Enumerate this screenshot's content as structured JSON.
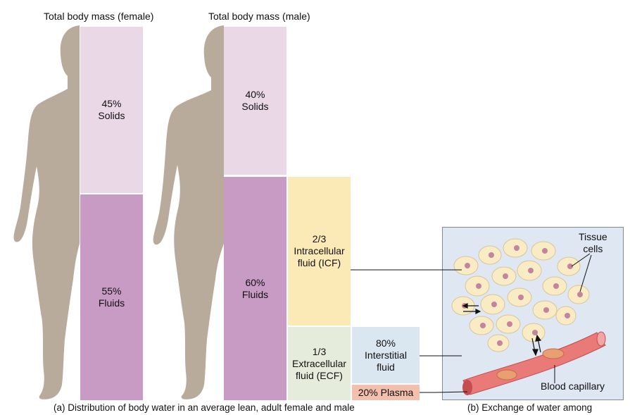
{
  "female": {
    "title": "Total body mass (female)",
    "solids": {
      "pct": "45%",
      "label": "Solids"
    },
    "fluids": {
      "pct": "55%",
      "label": "Fluids"
    }
  },
  "male": {
    "title": "Total body mass (male)",
    "solids": {
      "pct": "40%",
      "label": "Solids"
    },
    "fluids": {
      "pct": "60%",
      "label": "Fluids"
    }
  },
  "icf": {
    "fraction": "2/3",
    "line1": "Intracellular",
    "line2": "fluid (ICF)"
  },
  "ecf": {
    "fraction": "1/3",
    "line1": "Extracellular",
    "line2": "fluid (ECF)"
  },
  "interstitial": {
    "pct": "80%",
    "line1": "Interstitial",
    "line2": "fluid"
  },
  "plasma": {
    "label": "20% Plasma"
  },
  "inset": {
    "tissue_cells_line1": "Tissue",
    "tissue_cells_line2": "cells",
    "blood_capillary": "Blood capillary"
  },
  "captions": {
    "a": "(a) Distribution of body water in an average lean, adult female and male",
    "b": "(b) Exchange of water among"
  },
  "colors": {
    "silhouette": "#b9ab9c",
    "solids": "#ead8e7",
    "fluids": "#c89bc5",
    "icf": "#fbeab5",
    "ecf": "#e5ecdc",
    "interstitial": "#dae6f0",
    "plasma": "#f3c0ae",
    "inset_bg": "#dfe7f2",
    "capillary": "#e97a78"
  }
}
